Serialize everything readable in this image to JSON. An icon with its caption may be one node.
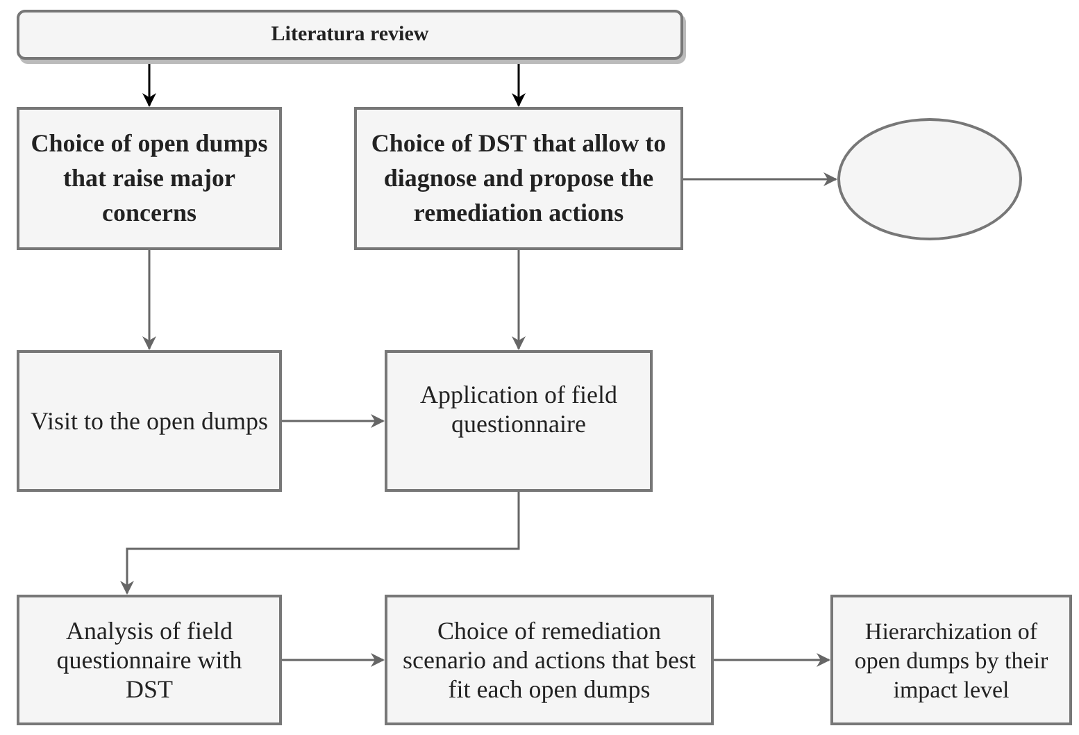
{
  "diagram": {
    "nodes": [
      {
        "text": [
          "Literatura review"
        ]
      },
      {
        "text": [
          "Choice of open dumps that raise major concerns"
        ]
      },
      {
        "text": [
          "Choice of DST that allow to diagnose and propose the remediation actions"
        ]
      },
      {
        "text": [],
        "shape": "ellipse"
      },
      {
        "text": [
          "Visit to the open dumps"
        ]
      },
      {
        "text": [
          "Application of field questionnaire"
        ]
      },
      {
        "text": [
          "Analysis of field questionnaire with DST"
        ]
      },
      {
        "text": [
          "Choice of remediation scenario and actions that best fit each open dumps"
        ]
      },
      {
        "text": [
          "Hierarchization of open dumps by their impact level"
        ]
      }
    ],
    "edges": [
      {
        "from": 0,
        "to": 1,
        "arrow": "to",
        "color": "#000000"
      },
      {
        "from": 0,
        "to": 2,
        "arrow": "to",
        "color": "#000000"
      },
      {
        "from": 2,
        "to": 3,
        "arrow": "to"
      },
      {
        "from": 1,
        "to": 4,
        "arrow": "to"
      },
      {
        "from": 2,
        "to": 5,
        "arrow": "to"
      },
      {
        "from": 4,
        "to": 5,
        "arrow": "to"
      },
      {
        "from": 5,
        "to": 6,
        "arrow": "to"
      },
      {
        "from": 6,
        "to": 7,
        "arrow": "to"
      },
      {
        "from": 7,
        "to": 8,
        "arrow": "to"
      }
    ]
  }
}
